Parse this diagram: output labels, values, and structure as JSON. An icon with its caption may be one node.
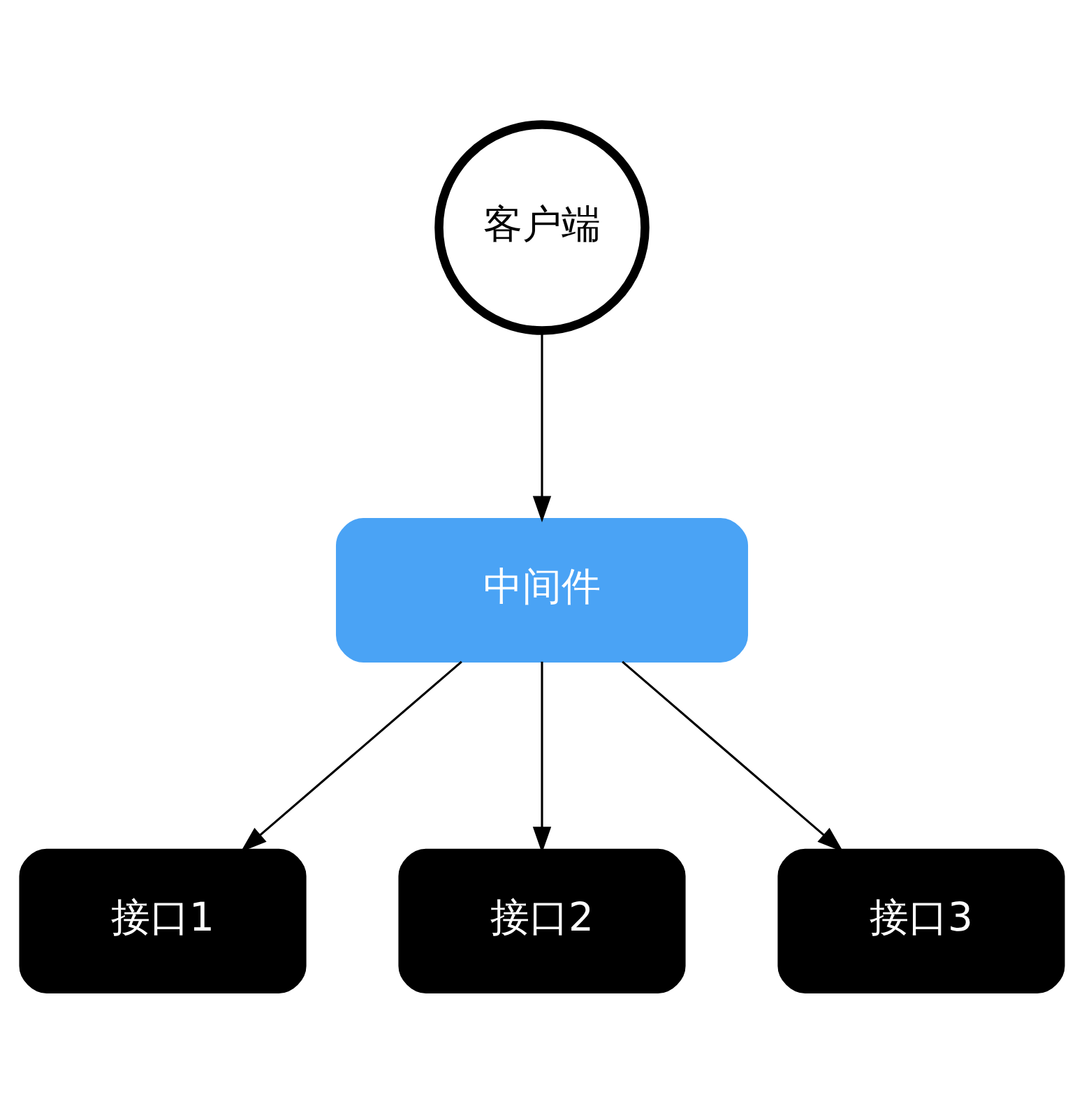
{
  "diagram": {
    "nodes": [
      {
        "text": [
          "客户端"
        ]
      },
      {
        "text": [
          "中间件"
        ]
      },
      {
        "text": [
          "接口1"
        ]
      },
      {
        "text": [
          "接口2"
        ]
      },
      {
        "text": [
          "接口3"
        ]
      }
    ],
    "edges": [
      {
        "from": 0,
        "to": 1,
        "arrow": "to"
      },
      {
        "from": 1,
        "to": 2,
        "arrow": "to"
      },
      {
        "from": 1,
        "to": 3,
        "arrow": "to"
      },
      {
        "from": 1,
        "to": 4,
        "arrow": "to"
      }
    ]
  }
}
